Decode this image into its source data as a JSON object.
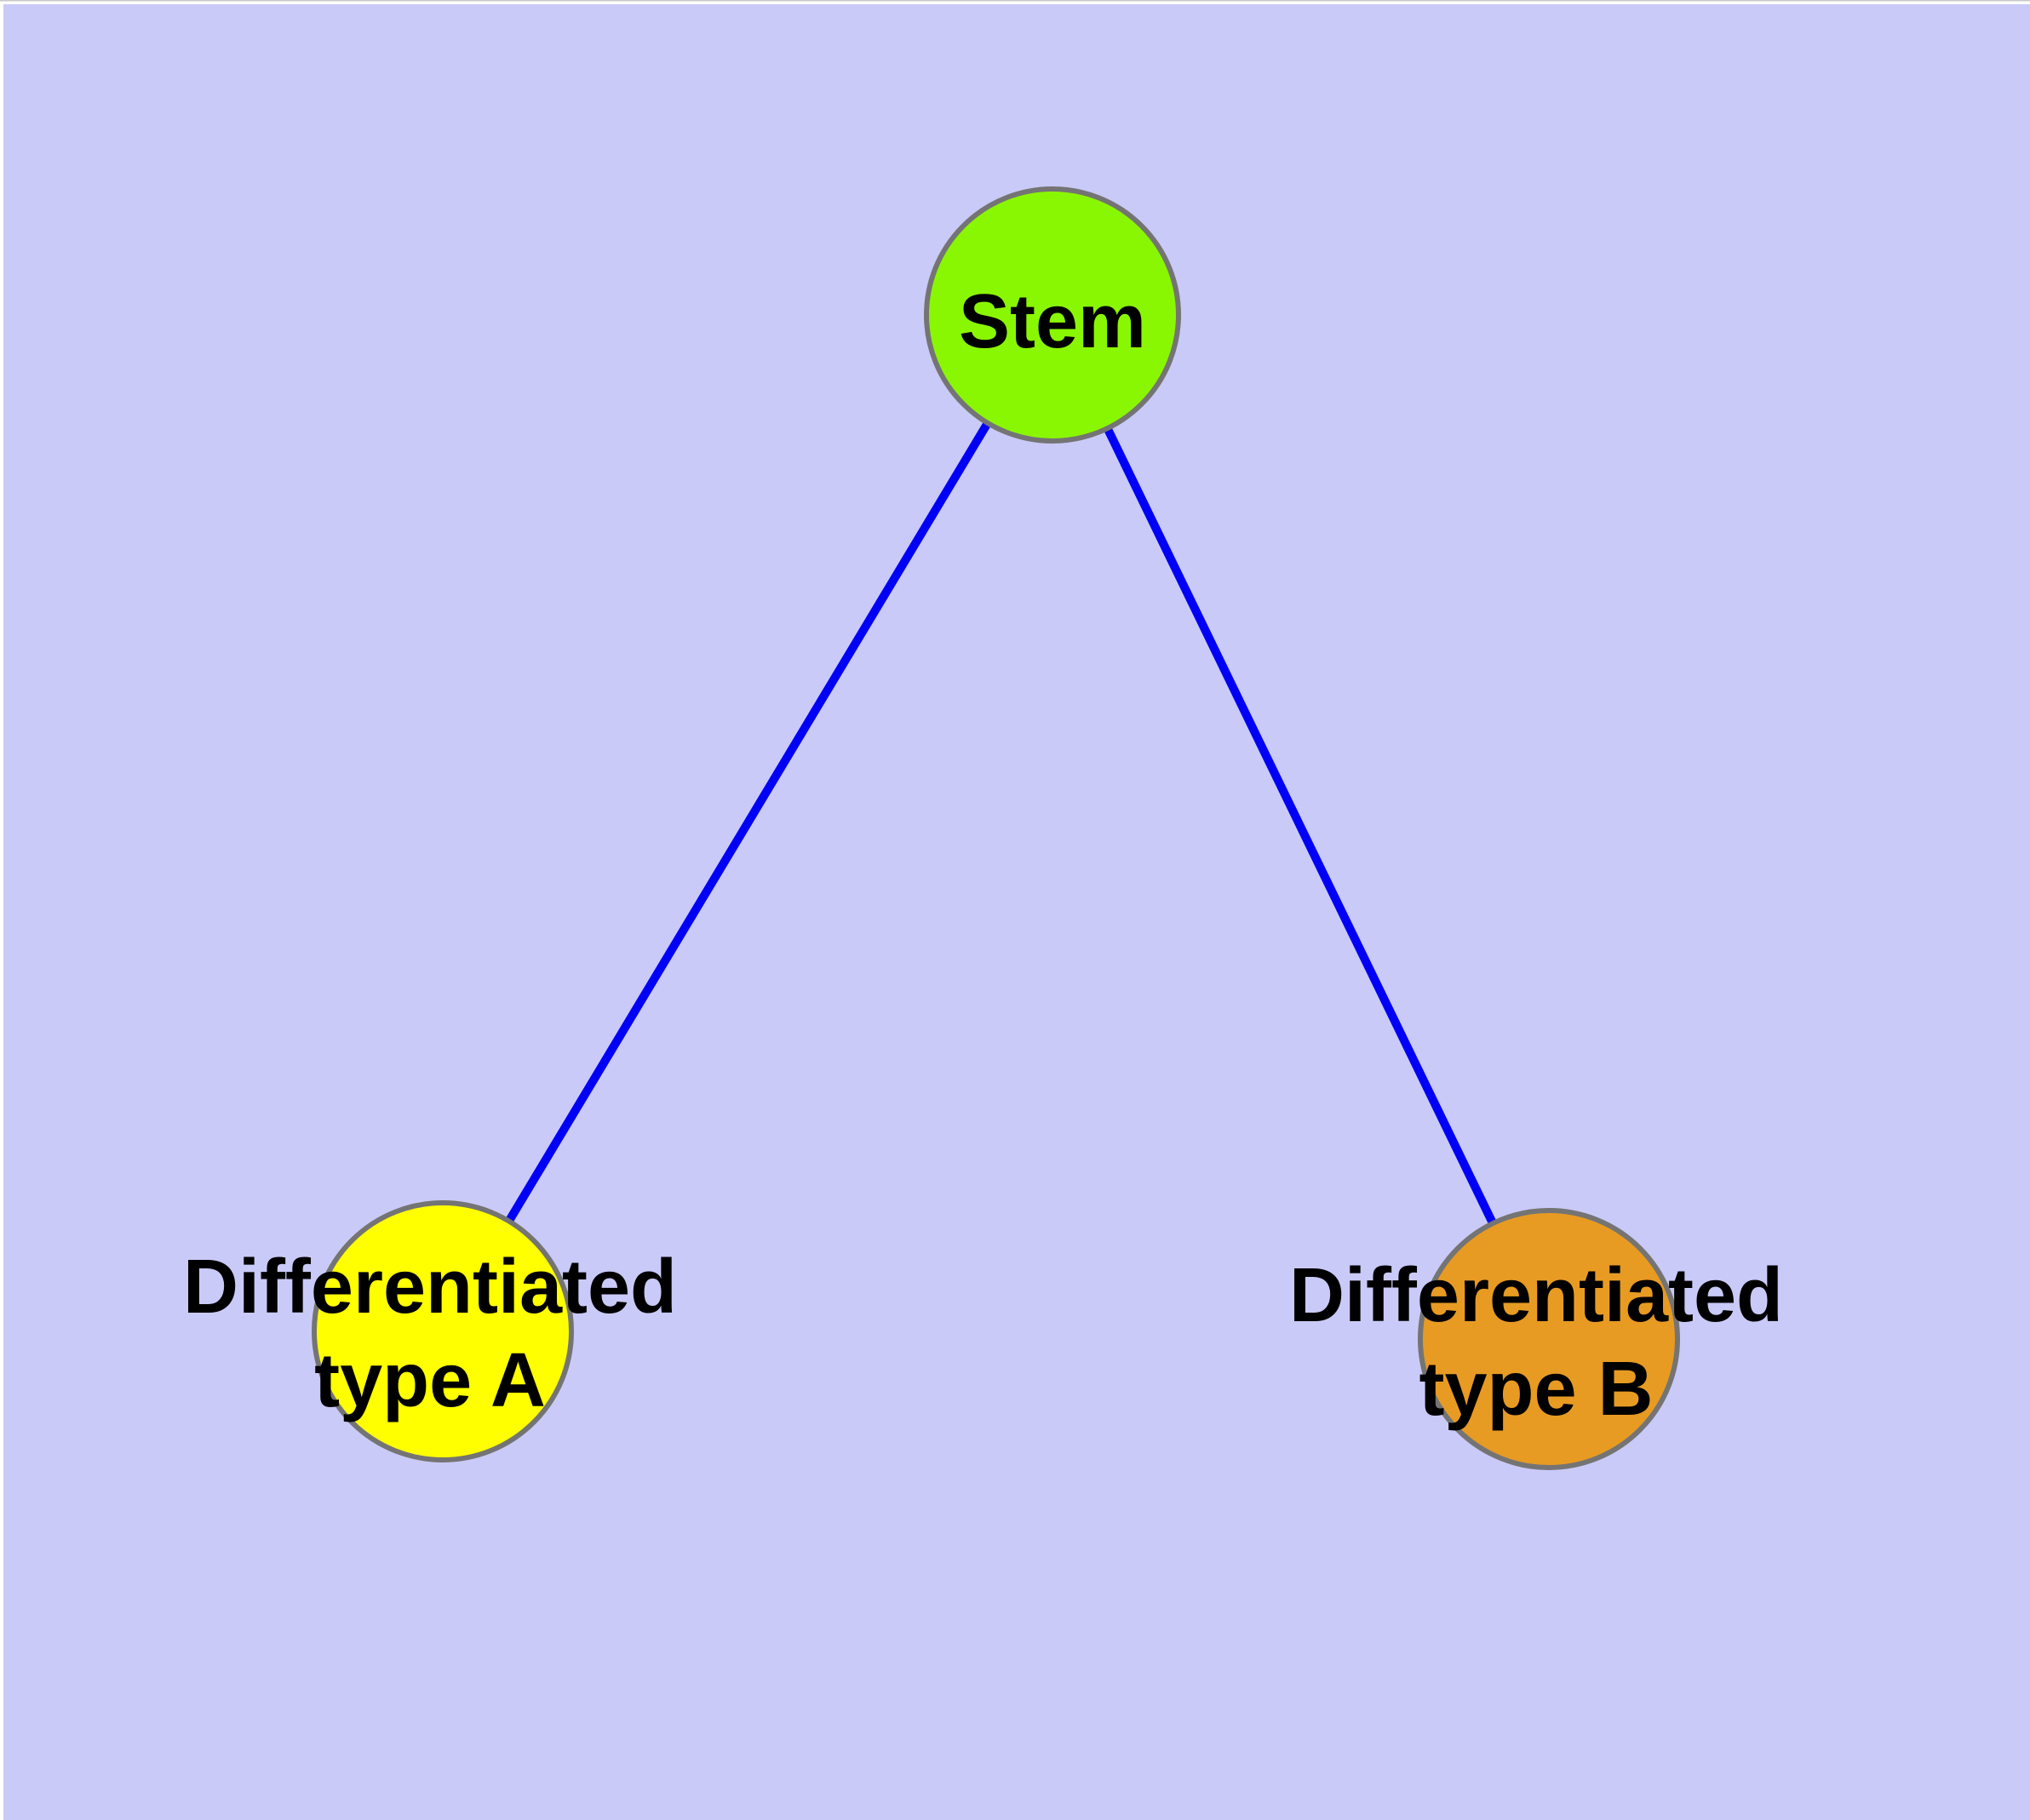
{
  "diagram": {
    "type": "graph",
    "description": "Cell differentiation tree: one stem node connected to two differentiated cell-type nodes",
    "margin_color": "#FFFFFF",
    "margin_hairline_color": "#C8C8C8",
    "background_color": "#CACAF8",
    "edge_color": "#0000F6",
    "node_border_color": "#747474",
    "label_color": "#000000",
    "nodes": [
      {
        "id": "stem",
        "label": "Stem",
        "label_lines": [
          "Stem"
        ],
        "color": "#8AF702"
      },
      {
        "id": "differentiated-type-a",
        "label": "Differentiated type A",
        "label_lines": [
          "Differentiated",
          "type A"
        ],
        "color": "#FFFF00"
      },
      {
        "id": "differentiated-type-b",
        "label": "Differentiated type B",
        "label_lines": [
          "Differentiated",
          "type B"
        ],
        "color": "#E89B22"
      }
    ],
    "edges": [
      {
        "from": "Stem",
        "to": "Differentiated type A"
      },
      {
        "from": "Stem",
        "to": "Differentiated type B"
      }
    ]
  }
}
